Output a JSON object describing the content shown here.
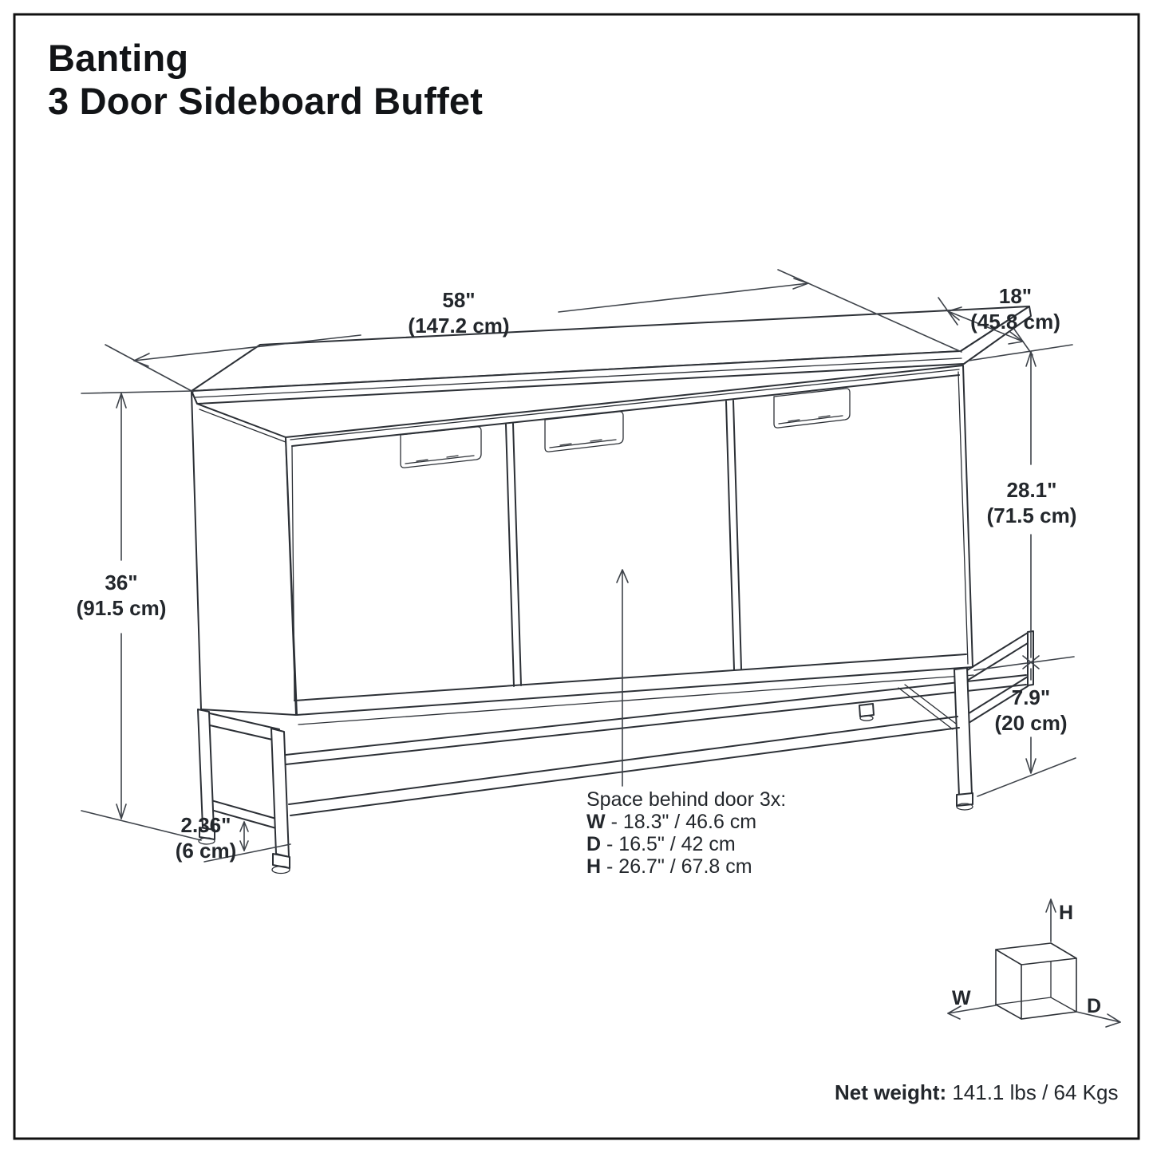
{
  "header": {
    "title_line1": "Banting",
    "title_line2": "3 Door Sideboard Buffet"
  },
  "dimensions": {
    "width": {
      "inches": "58\"",
      "metric": "(147.2 cm)"
    },
    "depth": {
      "inches": "18\"",
      "metric": "(45.8 cm)"
    },
    "height": {
      "inches": "36\"",
      "metric": "(91.5 cm)"
    },
    "cabinet_height": {
      "inches": "28.1\"",
      "metric": "(71.5 cm)"
    },
    "base_height": {
      "inches": "7.9\"",
      "metric": "(20 cm)"
    },
    "floor_clearance": {
      "inches": "2.36\"",
      "metric": "(6 cm)"
    }
  },
  "interior_space": {
    "heading": "Space behind door 3x:",
    "rows": [
      {
        "axis": "W",
        "value": "- 18.3\" / 46.6 cm"
      },
      {
        "axis": "D",
        "value": "- 16.5\" / 42 cm"
      },
      {
        "axis": "H",
        "value": "- 26.7\" / 67.8 cm"
      }
    ]
  },
  "net_weight": {
    "label": "Net weight:",
    "value": " 141.1 lbs / 64 Kgs"
  },
  "orientation_cube": {
    "height_label": "H",
    "width_label": "W",
    "depth_label": "D"
  },
  "colors": {
    "background": "#ffffff",
    "border": "#111111",
    "line": "#2c3036",
    "dimension_line": "#3e434a",
    "text": "#23272c"
  }
}
